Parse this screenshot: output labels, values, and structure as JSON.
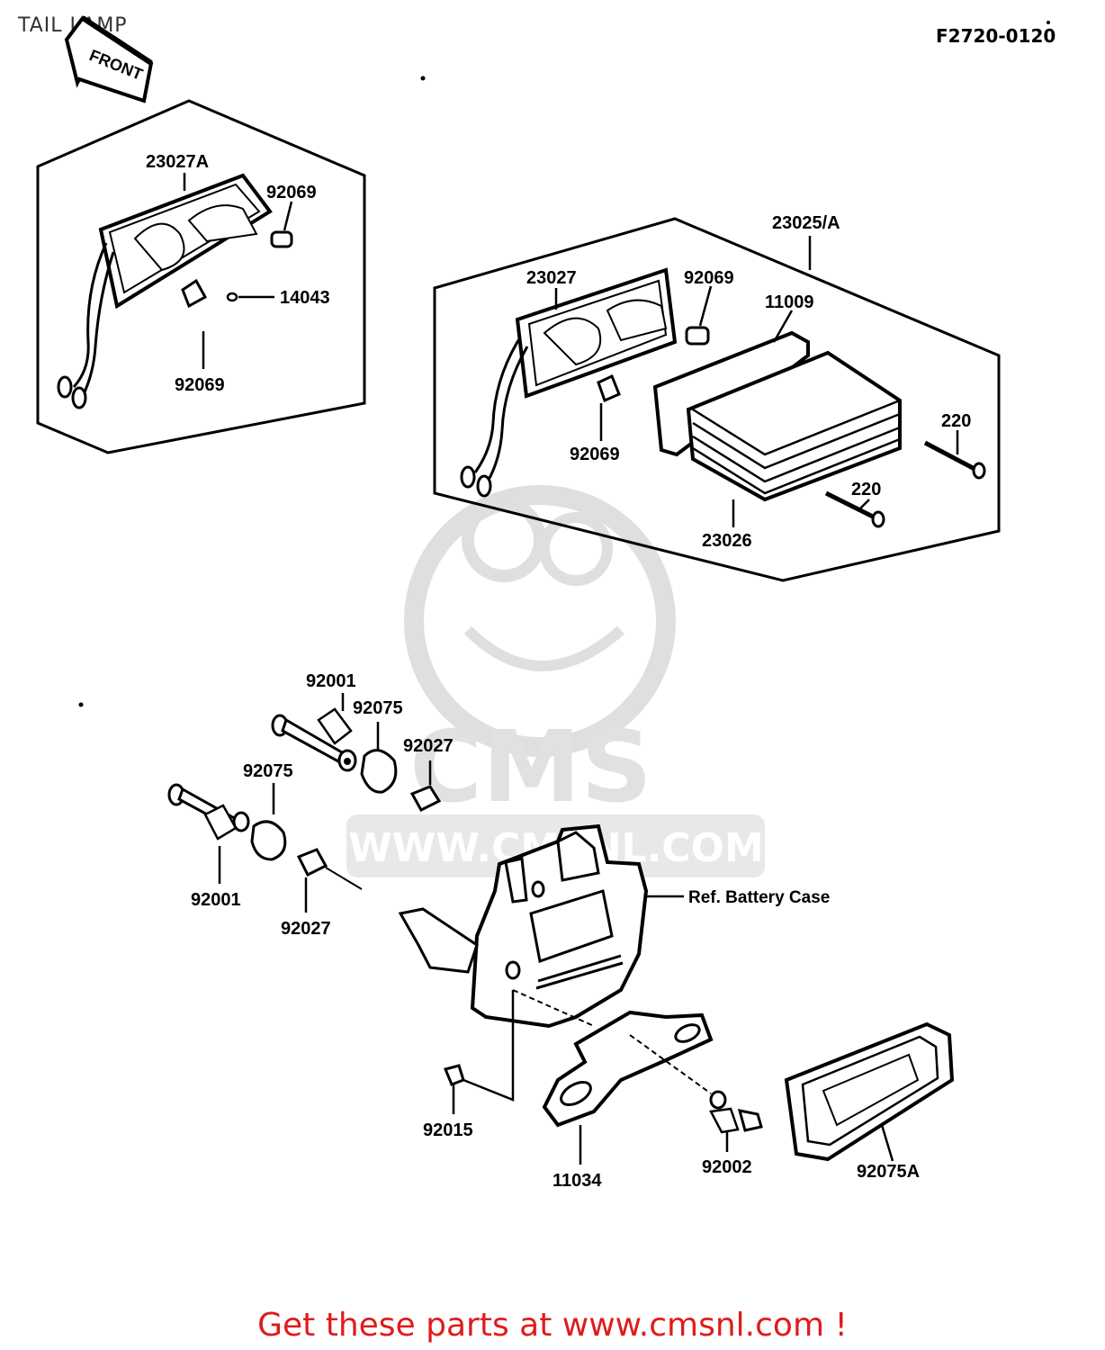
{
  "header": {
    "title": "TAIL LAMP",
    "ref_code": "F2720-0120"
  },
  "front_tag": "FRONT",
  "watermark": {
    "brand": "CMS",
    "url": "WWW.CMSNL.COM"
  },
  "parts": {
    "p23027A": "23027A",
    "p92069_a": "92069",
    "p14043": "14043",
    "p92069_b": "92069",
    "p23025A": "23025/A",
    "p23027": "23027",
    "p92069_c": "92069",
    "p11009": "11009",
    "p92069_d": "92069",
    "p220_a": "220",
    "p220_b": "220",
    "p23026": "23026",
    "p92001_a": "92001",
    "p92075_a": "92075",
    "p92027_a": "92027",
    "p92075_b": "92075",
    "p92001_b": "92001",
    "p92027_b": "92027",
    "ref_battery": "Ref. Battery Case",
    "p92015": "92015",
    "p11034": "11034",
    "p92002": "92002",
    "p92075A": "92075A"
  },
  "footer": {
    "text": "Get these parts at www.cmsnl.com !",
    "color": "#e01b1b"
  }
}
